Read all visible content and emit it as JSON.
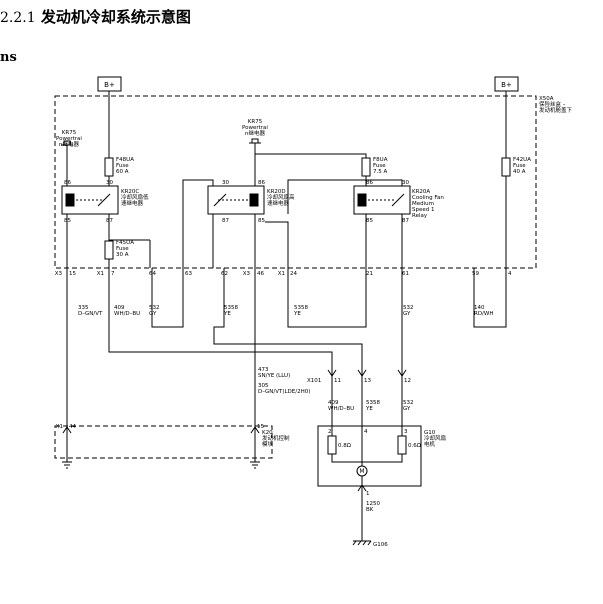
{
  "header": {
    "section_number": "2.2.1",
    "title": "发动机冷却系统示意图",
    "subtitle": "ns"
  },
  "connectors": {
    "top_left_battery": "B+",
    "top_right_battery": "B+",
    "x1": "X1",
    "x3": "X3",
    "x101": "X101"
  },
  "x50a": {
    "id": "X50A",
    "line1": "保险丝盒 –",
    "line2": "发动机舱盖下"
  },
  "kr75_left": {
    "id": "KR75",
    "line1": "Powertrai",
    "line2": "n继电器"
  },
  "kr75_mid": {
    "id": "KR75",
    "line1": "Powertrai",
    "line2": "n继电器"
  },
  "fuses": {
    "f48ua": {
      "id": "F48UA",
      "type": "Fuse",
      "rating": "60 A"
    },
    "f8ua": {
      "id": "F8UA",
      "type": "Fuse",
      "rating": "7.5 A"
    },
    "f42ua": {
      "id": "F42UA",
      "type": "Fuse",
      "rating": "40 A"
    },
    "f45ua": {
      "id": "F45UA",
      "type": "Fuse",
      "rating": "30 A"
    }
  },
  "relays": {
    "kr20c": {
      "id": "KR20C",
      "line1": "冷却风扇低",
      "line2": "速继电器",
      "p86": "86",
      "p30": "30",
      "p85": "85",
      "p87": "87"
    },
    "kr20d": {
      "id": "KR20D",
      "line1": "冷却风扇高",
      "line2": "速继电器",
      "p86": "86",
      "p30": "30",
      "p85": "85",
      "p87": "87"
    },
    "kr20a": {
      "id": "KR20A",
      "line1": "Cooling Fan",
      "line2": "Medium",
      "line3": "Speed 1",
      "line4": "Relay",
      "p86": "86",
      "p30": "30",
      "p85": "85",
      "p87": "87"
    }
  },
  "terminals": {
    "t15": "15",
    "t7": "7",
    "t64": "64",
    "t63": "63",
    "t62": "62",
    "t46": "46",
    "t24": "24",
    "t21": "21",
    "t61": "61",
    "t59": "59",
    "t4": "4",
    "t11": "11",
    "t13": "13",
    "t12": "12",
    "t44": "44",
    "t15b": "15",
    "t2": "2",
    "t4b": "4",
    "t3": "3",
    "t1": "1"
  },
  "wires": {
    "w335": {
      "circuit": "335",
      "color": "D–GN/VT"
    },
    "w409": {
      "circuit": "409",
      "color": "WH/D–BU"
    },
    "w532": {
      "circuit": "532",
      "color": "GY"
    },
    "w5358": {
      "circuit": "5358",
      "color": "YE"
    },
    "w5358b": {
      "circuit": "5358",
      "color": "YE"
    },
    "w140": {
      "circuit": "140",
      "color": "RD/WH"
    },
    "w473": {
      "circuit": "473",
      "color": "SN/YE (LLU)"
    },
    "w305": {
      "circuit": "305",
      "color": "D–GN/VT(LDE/2H0)"
    },
    "w409b": {
      "circuit": "409",
      "color": "WH/D–BU"
    },
    "w5358c": {
      "circuit": "5358",
      "color": "YE"
    },
    "w532b": {
      "circuit": "532",
      "color": "GY"
    },
    "w1250": {
      "circuit": "1250",
      "color": "BK"
    }
  },
  "k20": {
    "id": "K20",
    "line1": "发动机控制",
    "line2": "模块"
  },
  "g10": {
    "id": "G10",
    "line1": "冷却风扇",
    "line2": "电机",
    "r1": "0.8Ω",
    "r2": "0.6Ω",
    "motor": "M"
  },
  "ground": {
    "id": "G106"
  }
}
